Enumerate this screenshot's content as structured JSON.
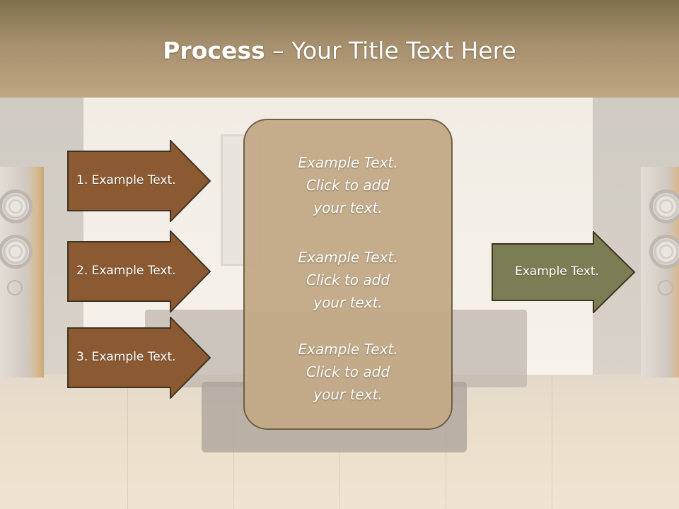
{
  "title": {
    "bold": "Process",
    "rest": " – Your Title Text Here"
  },
  "left_arrows": [
    {
      "label": "1. Example Text."
    },
    {
      "label": "2. Example Text."
    },
    {
      "label": "3. Example Text."
    }
  ],
  "center_box": {
    "items": [
      {
        "line1": "Example Text.",
        "line2": "Click  to add",
        "line3": "your text."
      },
      {
        "line1": "Example Text.",
        "line2": "Click  to add",
        "line3": "your text."
      },
      {
        "line1": "Example Text.",
        "line2": "Click  to add",
        "line3": "your text."
      }
    ]
  },
  "right_arrow": {
    "label": "Example Text."
  },
  "colors": {
    "title_band": "#a68f6d",
    "left_arrow_fill": "#8b5a33",
    "center_box_fill": "#c3aa88",
    "right_arrow_fill": "#7b7d55",
    "outline": "#3f3421"
  }
}
